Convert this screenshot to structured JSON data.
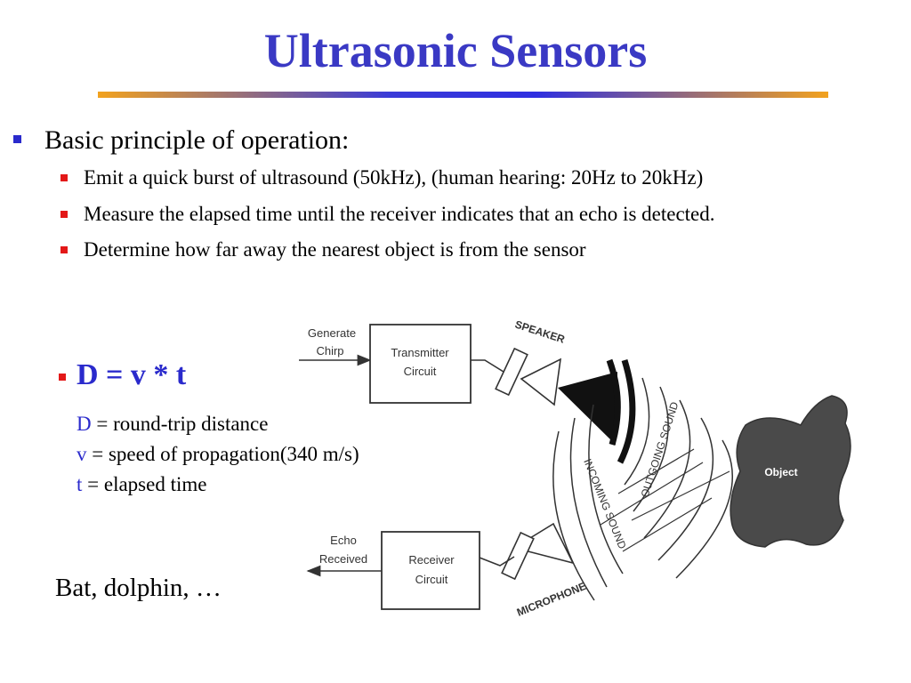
{
  "slide": {
    "title": "Ultrasonic Sensors",
    "bullet_main": "Basic principle of operation:",
    "sub_bullets": [
      "Emit a quick burst of ultrasound (50kHz), (human hearing: 20Hz to 20kHz)",
      "Measure the elapsed time until the receiver indicates that an echo is detected.",
      "Determine how far away the nearest object is from the sensor"
    ],
    "formula": "D = v * t",
    "definitions": [
      {
        "symbol": "D",
        "text": " = round-trip distance"
      },
      {
        "symbol": "v",
        "text": " = speed of propagation(340 m/s)"
      },
      {
        "symbol": "t",
        "text": " = elapsed time"
      }
    ],
    "examples": "Bat, dolphin, …"
  },
  "diagram": {
    "generate_chirp": [
      "Generate",
      "Chirp"
    ],
    "transmitter": [
      "Transmitter",
      "Circuit"
    ],
    "echo_received": [
      "Echo",
      "Received"
    ],
    "receiver": [
      "Receiver",
      "Circuit"
    ],
    "speaker": "SPEAKER",
    "microphone": "MICROPHONE",
    "outgoing": "OUTGOING SOUND",
    "incoming": "INCOMING SOUND",
    "object": "Object"
  },
  "colors": {
    "title": "#3a39c4",
    "accent_blue": "#2a2acc",
    "bullet_red": "#e31818",
    "rule_orange": "#f2a21e"
  }
}
